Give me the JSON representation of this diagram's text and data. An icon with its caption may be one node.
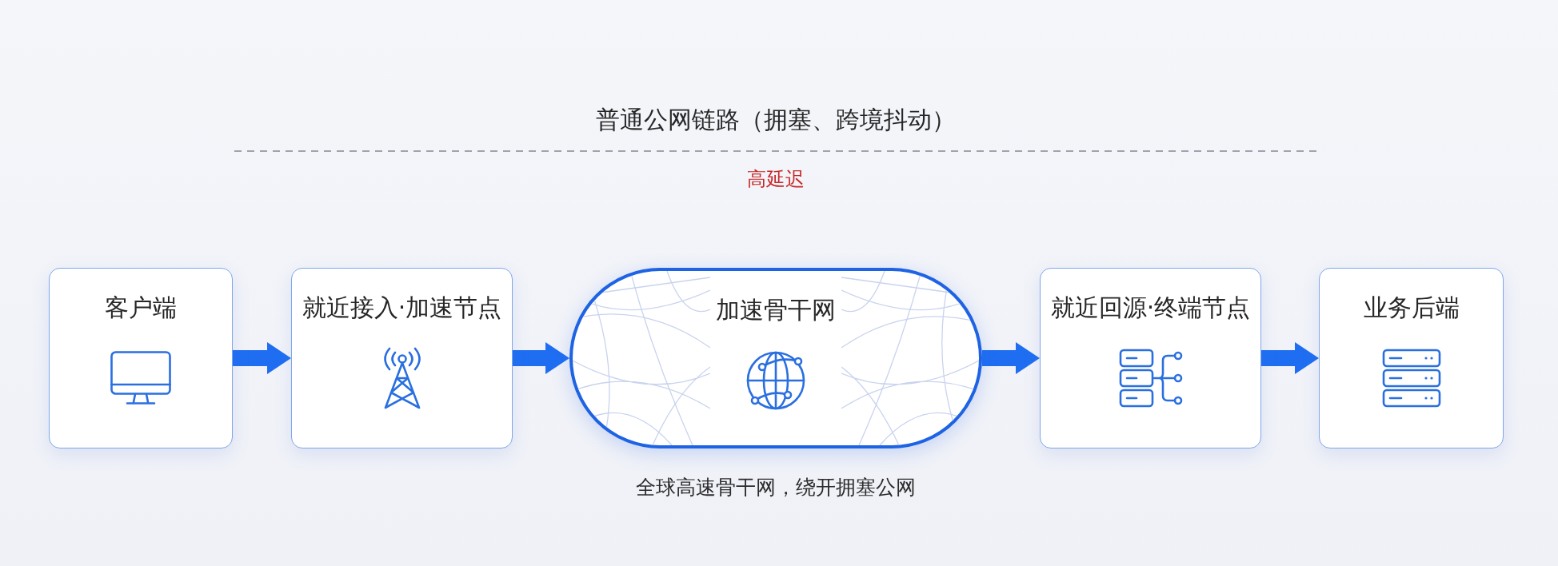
{
  "diagram": {
    "nodes": [
      {
        "text": [
          "客户端"
        ]
      },
      {
        "text": [
          "就近接入·加速节点"
        ]
      },
      {
        "text": [
          "加速骨干网"
        ],
        "beside": [
          "全球高速骨干网，绕开拥塞公网"
        ]
      },
      {
        "text": [
          "就近回源·终端节点"
        ]
      },
      {
        "text": [
          "业务后端"
        ]
      }
    ],
    "edges": [
      {
        "from": 0,
        "to": 1,
        "arrow": "to"
      },
      {
        "from": 1,
        "to": 2,
        "arrow": "to"
      },
      {
        "from": 2,
        "to": 3,
        "arrow": "to"
      },
      {
        "from": 3,
        "to": 4,
        "arrow": "to"
      }
    ],
    "labels": [
      "普通公网链路（拥塞、跨境抖动）",
      "高延迟"
    ]
  }
}
